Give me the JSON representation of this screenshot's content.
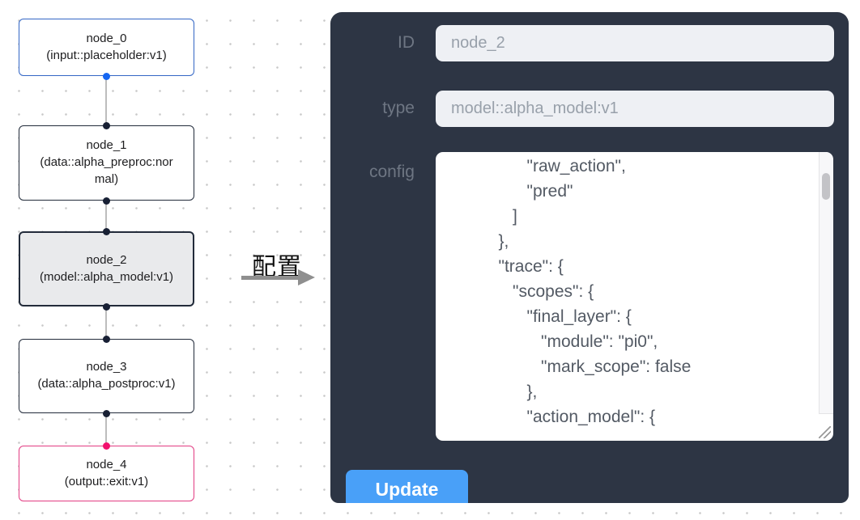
{
  "graph": {
    "nodes": [
      {
        "title": "node_0",
        "subtitle": "(input::placeholder:v1)",
        "variant": "input",
        "border_color": "#3366c5"
      },
      {
        "title": "node_1",
        "subtitle": "(data::alpha_preproc:normal)",
        "variant": "default",
        "border_color": "#222b3a"
      },
      {
        "title": "node_2",
        "subtitle": "(model::alpha_model:v1)",
        "variant": "selected",
        "border_color": "#222b3a"
      },
      {
        "title": "node_3",
        "subtitle": "(data::alpha_postproc:v1)",
        "variant": "default",
        "border_color": "#222b3a"
      },
      {
        "title": "node_4",
        "subtitle": "(output::exit:v1)",
        "variant": "output",
        "border_color": "#e23c82"
      }
    ],
    "port_colors": {
      "default": "#182034",
      "input_out": "#1566f2",
      "output_in": "#f2116e"
    }
  },
  "transition": {
    "label": "配置"
  },
  "panel": {
    "fields": [
      {
        "label": "ID",
        "value": "node_2"
      },
      {
        "label": "type",
        "value": "model::alpha_model:v1"
      }
    ],
    "config_label": "config",
    "config_lines": [
      "         \"raw_action\",",
      "         \"pred\"",
      "      ]",
      "   },",
      "   \"trace\": {",
      "      \"scopes\": {",
      "         \"final_layer\": {",
      "            \"module\": \"pi0\",",
      "            \"mark_scope\": false",
      "         },",
      "         \"action_model\": {"
    ],
    "update_label": "Update"
  },
  "colors": {
    "panel_bg": "#2d3544",
    "panel_label": "#6e7683",
    "input_bg": "#eef0f4",
    "update_button": "#49a0f8",
    "selected_node_bg": "#e9eaec",
    "edge_line": "#bdbdbd",
    "arrow": "#8f8f8f"
  }
}
